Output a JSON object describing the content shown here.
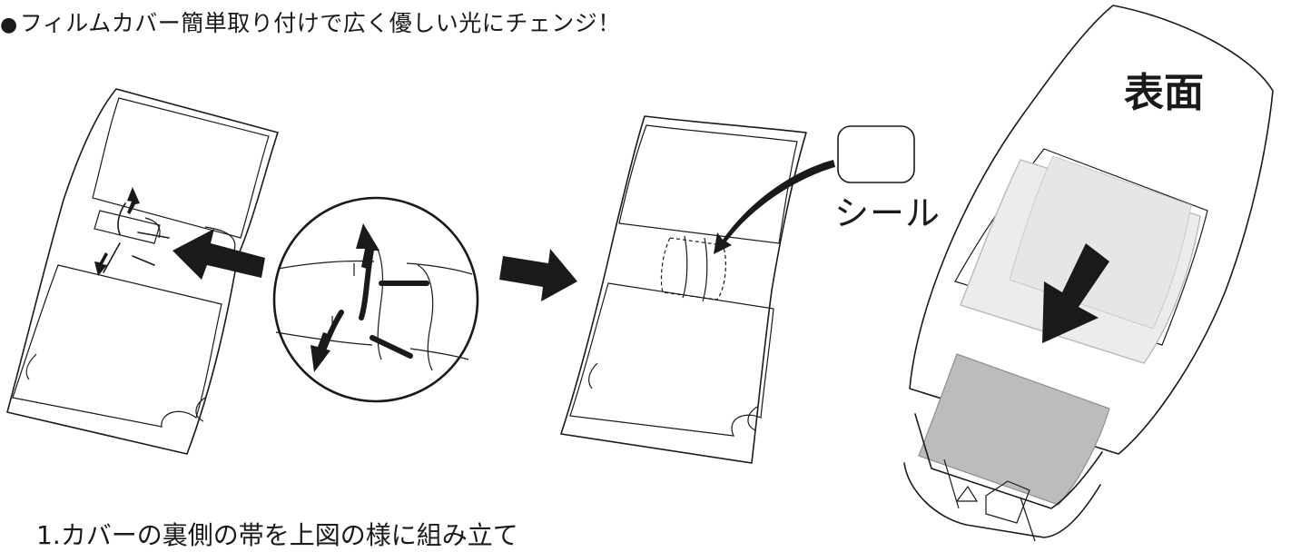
{
  "heading": {
    "bullet": "●",
    "text": "フィルムカバー簡単取り付けで広く優しい光にチェンジ！"
  },
  "labels": {
    "seal": "シール",
    "front": "表面"
  },
  "steps": {
    "step1": "1.カバーの裏側の帯を上図の様に組み立て"
  }
}
